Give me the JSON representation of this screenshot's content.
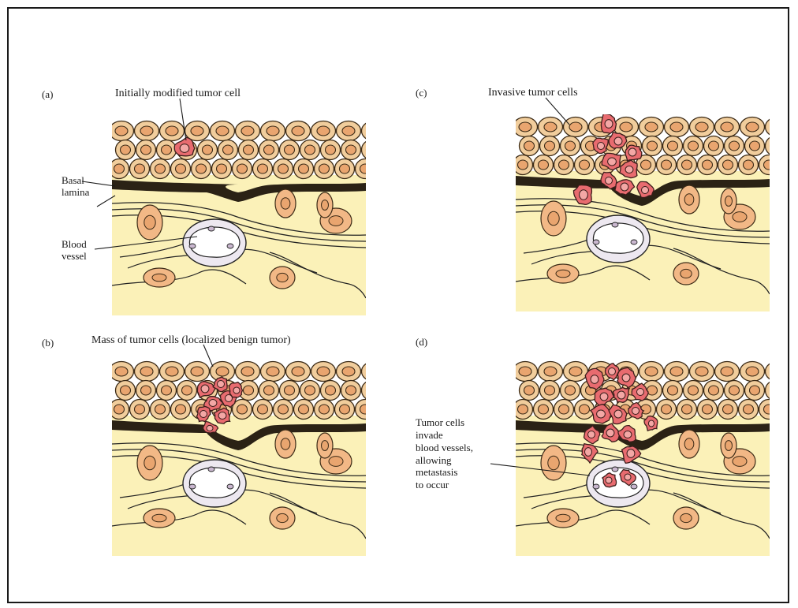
{
  "panels": {
    "a": {
      "letter": "(a)",
      "caption": "Initially modified tumor cell"
    },
    "b": {
      "letter": "(b)",
      "caption": "Mass of tumor cells (localized benign tumor)"
    },
    "c": {
      "letter": "(c)",
      "caption": "Invasive tumor  cells"
    },
    "d": {
      "letter": "(d)",
      "caption": "Tumor cells invade blood vessels, allowing metastasis to occur"
    }
  },
  "side_labels": {
    "basal_lamina": [
      "Basal",
      "lamina"
    ],
    "blood_vessel": [
      "Blood",
      "vessel"
    ],
    "d_lines": [
      "Tumor cells",
      "invade",
      "blood vessels,",
      "allowing",
      "metastasis",
      "to occur"
    ]
  },
  "colors": {
    "epithelial_fill": "#f1cd9c",
    "nucleus_fill": "#e9a56f",
    "tumor_fill": "#e86b6f",
    "tumor_nucleus": "#f3a7a5",
    "stroma_fill": "#fbf1b8",
    "lamina_fill": "#2b2215",
    "fibroblast_fill": "#f2b886",
    "vessel_wall": "#ede8f0"
  }
}
